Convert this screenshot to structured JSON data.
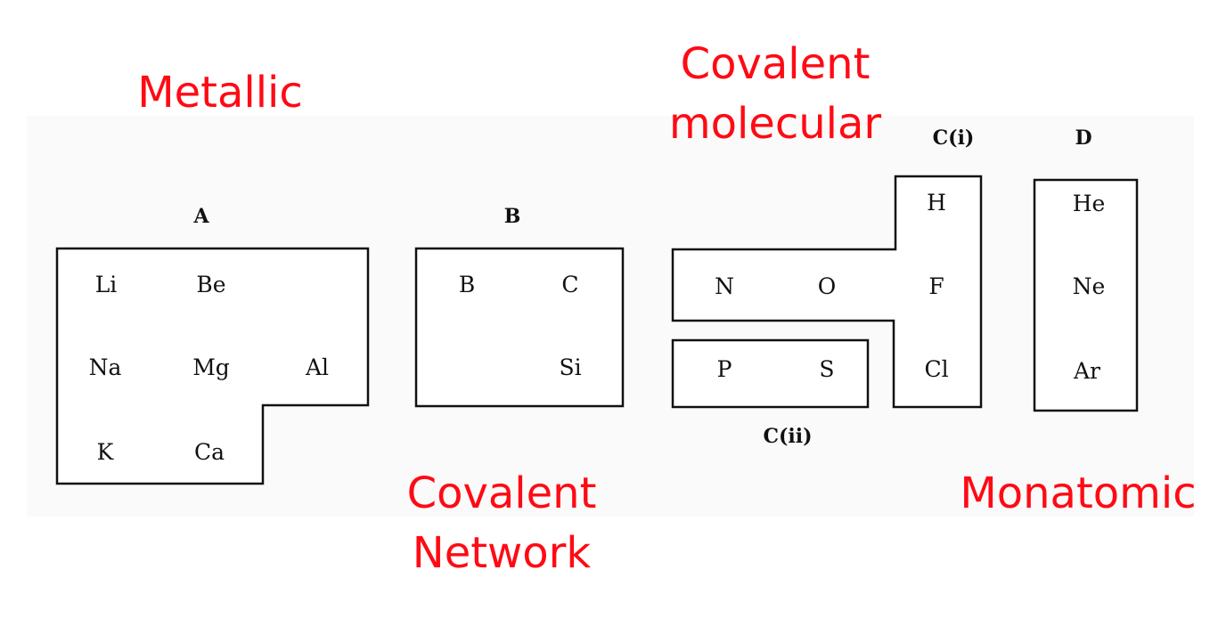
{
  "categories": {
    "metallic": "Metallic",
    "covalent_molecular_1": "Covalent",
    "covalent_molecular_2": "molecular",
    "covalent_network_1": "Covalent",
    "covalent_network_2": "Network",
    "monatomic": "Monatomic"
  },
  "groups": {
    "A": {
      "label": "A",
      "elements": [
        "Li",
        "Be",
        "Na",
        "Mg",
        "Al",
        "K",
        "Ca"
      ]
    },
    "B": {
      "label": "B",
      "elements": [
        "B",
        "C",
        "Si"
      ]
    },
    "Ci": {
      "label": "C(i)",
      "elements": [
        "N",
        "O",
        "H",
        "F",
        "Cl"
      ]
    },
    "Cii": {
      "label": "C(ii)",
      "elements": [
        "P",
        "S"
      ]
    },
    "D": {
      "label": "D",
      "elements": [
        "He",
        "Ne",
        "Ar"
      ]
    }
  },
  "colors": {
    "annotation": "#ff0a14",
    "ink": "#111111"
  }
}
